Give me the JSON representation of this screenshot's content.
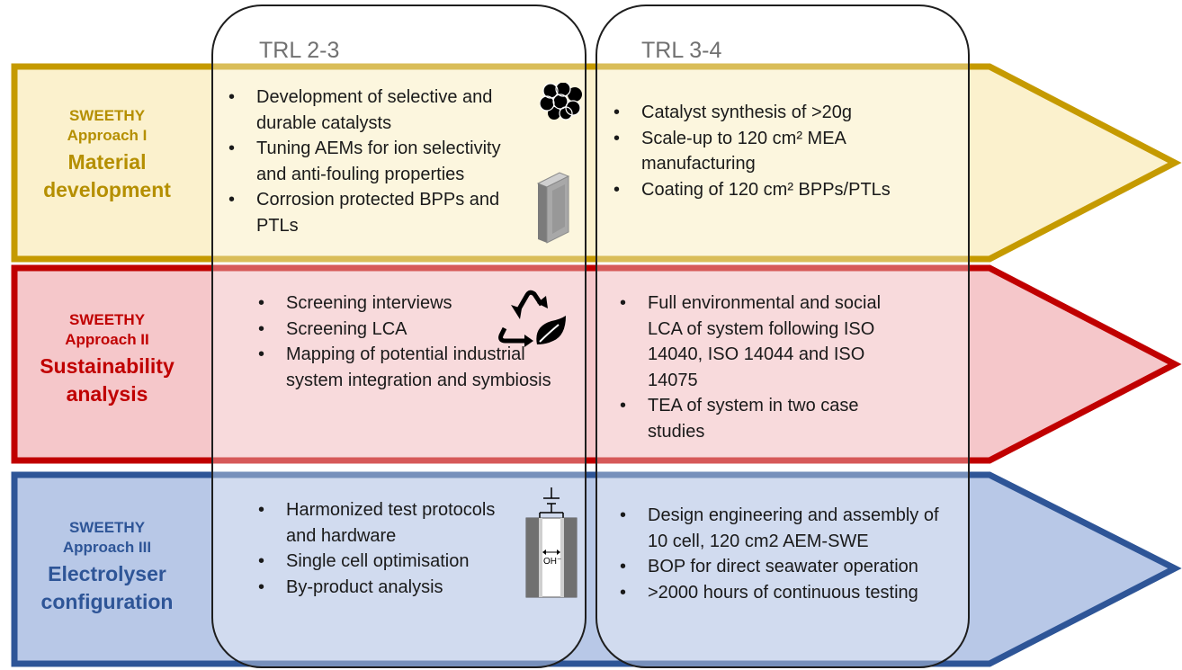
{
  "columns": {
    "trl_a": "TRL 2-3",
    "trl_b": "TRL 3-4"
  },
  "colors": {
    "material": "#c59a00",
    "material_fill": "#fbf1cd",
    "sustainability": "#c00000",
    "sustainability_fill": "#f5c7ca",
    "electrolyser": "#2e5597",
    "electrolyser_fill": "#b8c8e7"
  },
  "rows": [
    {
      "brand": "SWEETHY",
      "approach": "Approach I",
      "title": "Material development",
      "trl23": [
        "Development of selective and durable catalysts",
        "Tuning AEMs for ion selectivity and anti-fouling properties",
        "Corrosion protected BPPs and PTLs"
      ],
      "trl34": [
        "Catalyst synthesis of >20g",
        "Scale-up to 120 cm² MEA manufacturing",
        "Coating of 120 cm² BPPs/PTLs"
      ],
      "icons": [
        "catalyst-particles-icon",
        "plate-icon"
      ]
    },
    {
      "brand": "SWEETHY",
      "approach": "Approach II",
      "title": "Sustainability analysis",
      "trl23": [
        "Screening interviews",
        "Screening LCA",
        "Mapping of potential industrial system integration and symbiosis"
      ],
      "trl34": [
        "Full environmental and social LCA of system following ISO 14040, ISO 14044 and ISO 14075",
        "TEA of system in two case studies"
      ],
      "icons": [
        "recycle-leaf-icon"
      ]
    },
    {
      "brand": "SWEETHY",
      "approach": "Approach III",
      "title": "Electrolyser configuration",
      "trl23": [
        "Harmonized test protocols and hardware",
        "Single cell optimisation",
        "By-product analysis"
      ],
      "trl34": [
        "Design engineering and assembly of 10 cell, 120 cm2 AEM-SWE",
        "BOP for direct seawater operation",
        ">2000 hours of continuous testing"
      ],
      "icons": [
        "electrolysis-cell-icon"
      ],
      "cell_label": "OH⁻"
    }
  ]
}
